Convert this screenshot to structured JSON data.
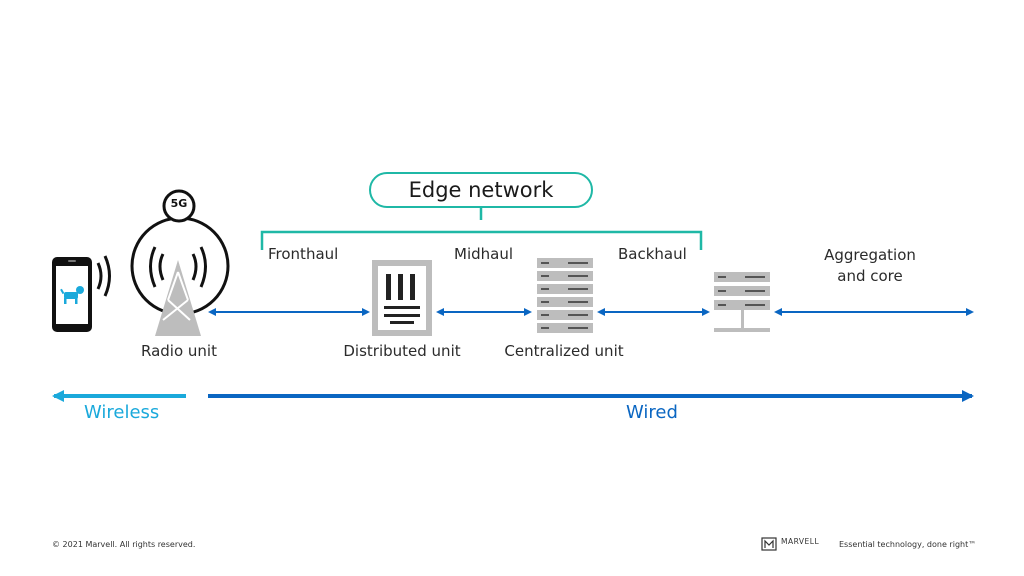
{
  "edge_network": {
    "title": "Edge network"
  },
  "segments": {
    "fronthaul": "Fronthaul",
    "midhaul": "Midhaul",
    "backhaul": "Backhaul"
  },
  "aggregation": {
    "line1": "Aggregation",
    "line2": "and core"
  },
  "nodes": {
    "radio_unit": "Radio unit",
    "radio_badge": "5G",
    "distributed_unit": "Distributed unit",
    "centralized_unit": "Centralized unit"
  },
  "spans": {
    "wireless": "Wireless",
    "wired": "Wired"
  },
  "footer": {
    "copyright": "© 2021 Marvell. All rights reserved.",
    "brand": "MARVELL",
    "tagline": "Essential technology, done right™"
  },
  "colors": {
    "teal": "#1fb8a6",
    "blue": "#0a66c2",
    "light_blue": "#1aa9db",
    "gray": "#bdbdbd",
    "dark": "#1a1a1a"
  },
  "icons": [
    "smartphone-icon",
    "dog-icon",
    "cell-tower-icon",
    "distributed-unit-icon",
    "server-rack-icon",
    "server-icon"
  ]
}
